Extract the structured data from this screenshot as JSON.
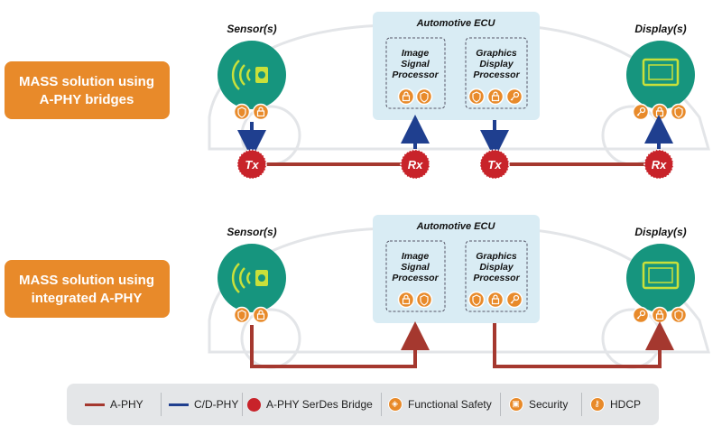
{
  "rows": [
    {
      "solution_label": "MASS solution using\nA-PHY bridges",
      "sensor_title": "Sensor(s)",
      "ecu_title": "Automotive ECU",
      "isp_label": "Image\nSignal\nProcessor",
      "gdp_label": "Graphics\nDisplay\nProcessor",
      "display_title": "Display(s)",
      "bridge_labels": [
        "Tx",
        "Rx",
        "Tx",
        "Rx"
      ]
    },
    {
      "solution_label": "MASS solution using\nintegrated A-PHY",
      "sensor_title": "Sensor(s)",
      "ecu_title": "Automotive ECU",
      "isp_label": "Image\nSignal\nProcessor",
      "gdp_label": "Graphics\nDisplay\nProcessor",
      "display_title": "Display(s)"
    }
  ],
  "legend": {
    "aphy": "A-PHY",
    "cdphy": "C/D-PHY",
    "bridge": "A-PHY SerDes Bridge",
    "functional_safety": "Functional Safety",
    "security": "Security",
    "hdcp": "HDCP"
  },
  "colors": {
    "aphy": "#a5382f",
    "cdphy": "#1f3f8f",
    "bridge_red": "#c8232a",
    "orange": "#e88a2a",
    "teal": "#16957e",
    "ecu_bg": "#d9ecf4"
  },
  "icons": [
    "wifi-sensor-icon",
    "display-monitor-icon",
    "functional-safety-icon",
    "security-lock-icon",
    "hdcp-key-icon"
  ]
}
